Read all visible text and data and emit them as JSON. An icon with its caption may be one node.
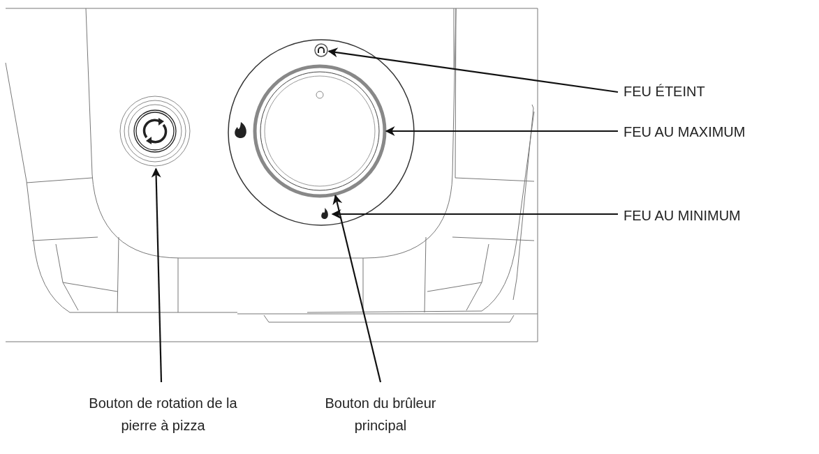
{
  "diagram": {
    "nodes": [
      {
        "text": [
          "FEU ÉTEINT"
        ]
      },
      {
        "text": [
          "FEU AU MAXIMUM"
        ]
      },
      {
        "text": [
          "FEU AU MINIMUM"
        ]
      },
      {
        "text": [
          "Bouton de rotation de la pierre à pizza"
        ]
      },
      {
        "text": [
          "Bouton du brûleur principal"
        ]
      },
      {
        "text": [],
        "shape": "circle"
      },
      {
        "text": [],
        "shape": "circle"
      },
      {
        "text": [],
        "shape": "flame"
      },
      {
        "text": [],
        "shape": "circle"
      }
    ],
    "edges": [
      {
        "from": 0,
        "to": 5,
        "arrow": "to"
      },
      {
        "from": 1,
        "to": 6,
        "arrow": "to"
      },
      {
        "from": 2,
        "to": 7,
        "arrow": "to"
      },
      {
        "from": 3,
        "to": 8,
        "arrow": "to"
      },
      {
        "from": 4,
        "to": 6,
        "arrow": "to"
      }
    ]
  }
}
